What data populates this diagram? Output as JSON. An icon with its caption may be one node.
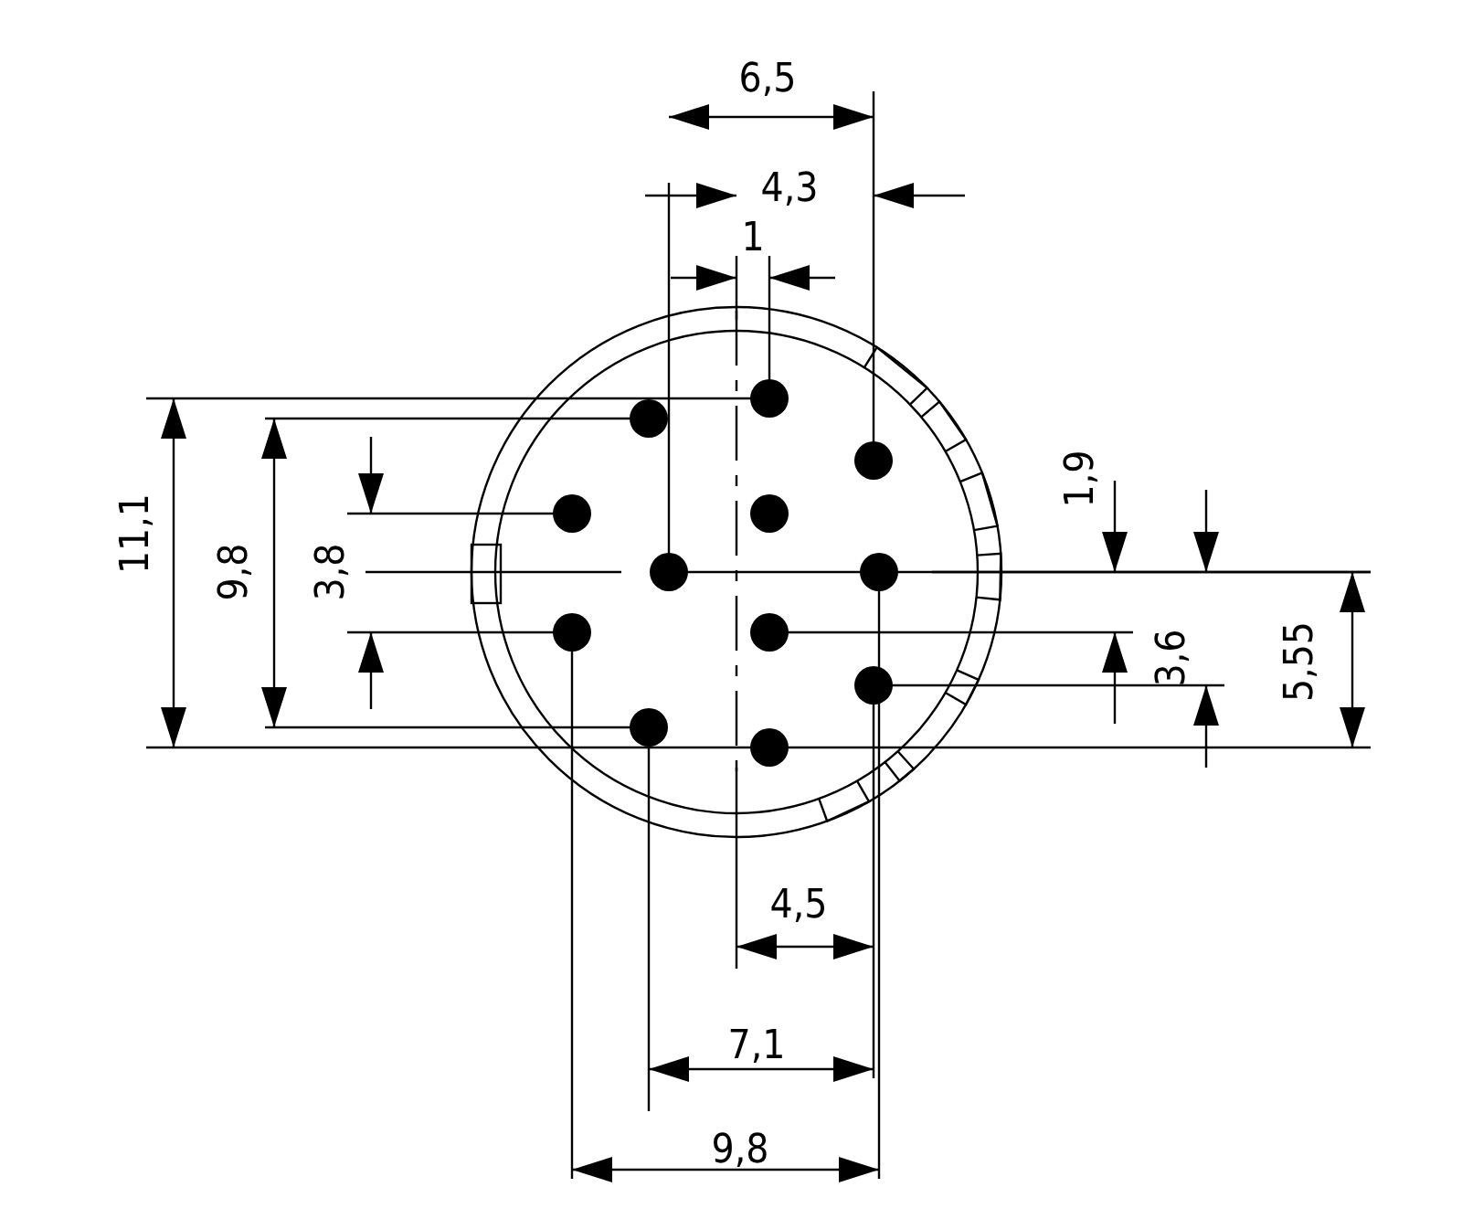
{
  "diagram": {
    "labels": [
      "6,5",
      "4,3",
      "1",
      "11,1",
      "9,8",
      "3,8",
      "1,9",
      "3,6",
      "5,55",
      "4,5",
      "7,1",
      "9,8"
    ]
  }
}
